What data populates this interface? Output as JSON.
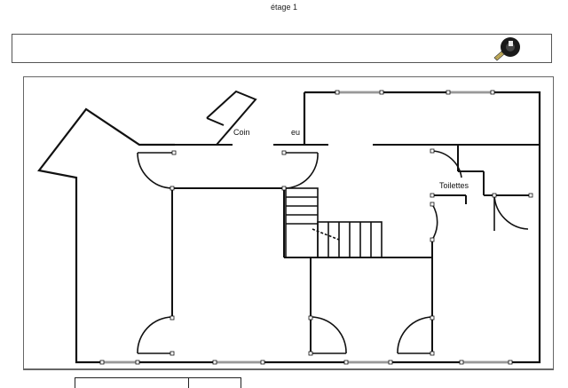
{
  "page": {
    "title": "étage 1"
  },
  "toolbar": {
    "icon": "tape-measure-icon"
  },
  "plan": {
    "labels": {
      "coin": "Coin",
      "eu": "eu",
      "toilettes": "Toilettes"
    }
  }
}
